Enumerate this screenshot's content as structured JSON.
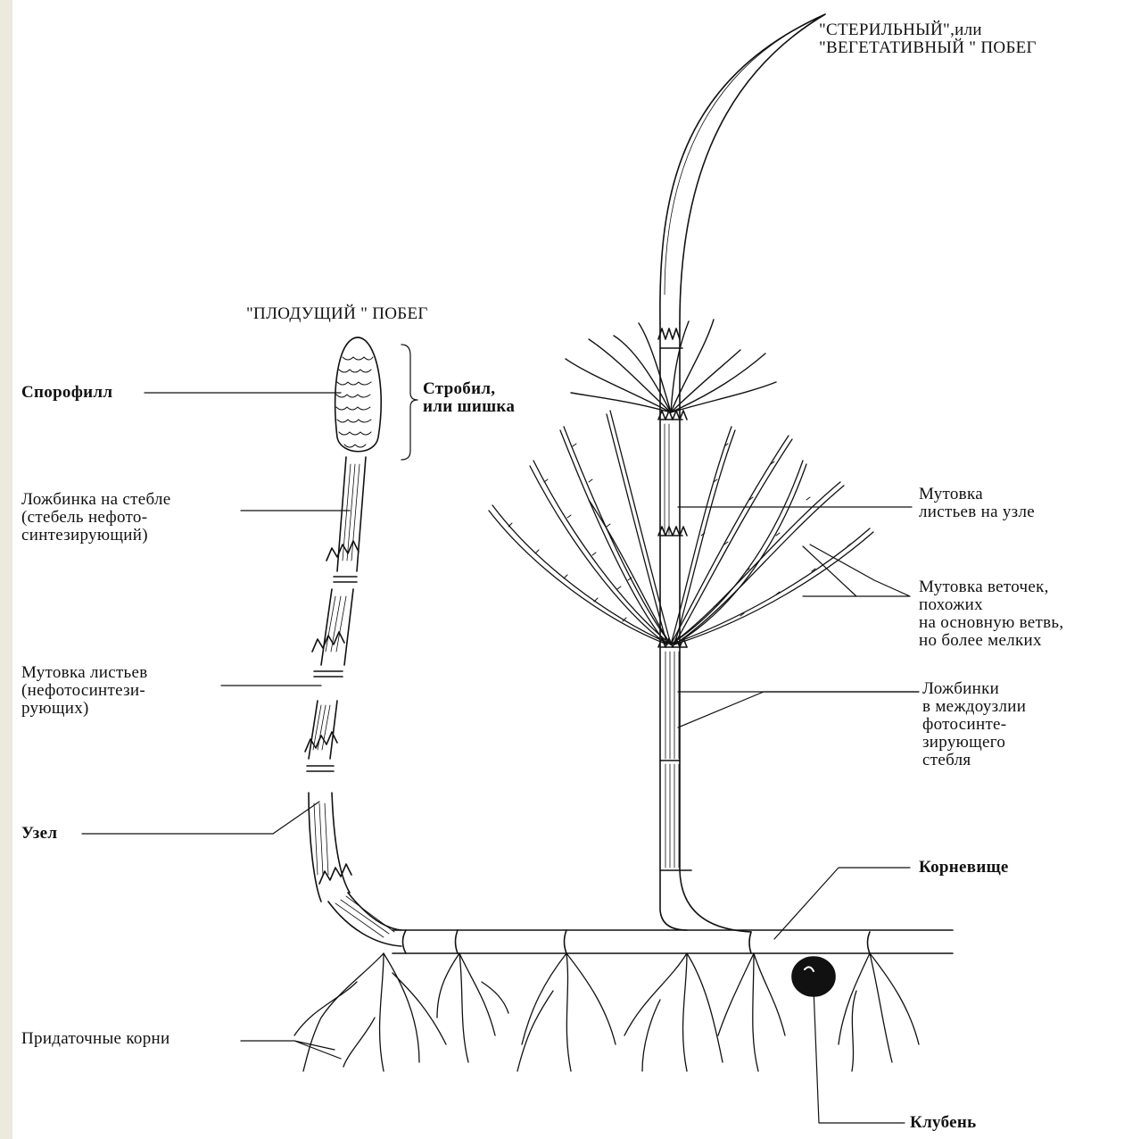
{
  "labels": {
    "sterile_shoot": "\"СТЕРИЛЬНЫЙ\",или\n\"ВЕГЕТАТИВНЫЙ \" ПОБЕГ",
    "fertile_shoot": "\"ПЛОДУЩИЙ \" ПОБЕГ",
    "sporophyll": "Спорофилл",
    "strobilus": "Стробил,\nили шишка",
    "groove_stem": "Ложбинка на стебле\n(стебель нефото-\nсинтезирующий)",
    "leaf_whorl_fertile": "Мутовка листьев\n(нефотосинтези-\nрующих)",
    "node": "Узел",
    "adventitious_roots": "Придаточные корни",
    "leaf_whorl_node": "Мутовка\nлистьев на узле",
    "branch_whorl": "Мутовка веточек,\nпохожих\nна основную ветвь,\nно более мелких",
    "internode_grooves": "Ложбинки\nв междоузлии\nфотосинте-\nзирующего\nстебля",
    "rhizome": "Корневище",
    "tuber": "Клубень"
  },
  "colors": {
    "ink": "#111111",
    "border": "#ece9dd",
    "paper": "#ffffff"
  }
}
